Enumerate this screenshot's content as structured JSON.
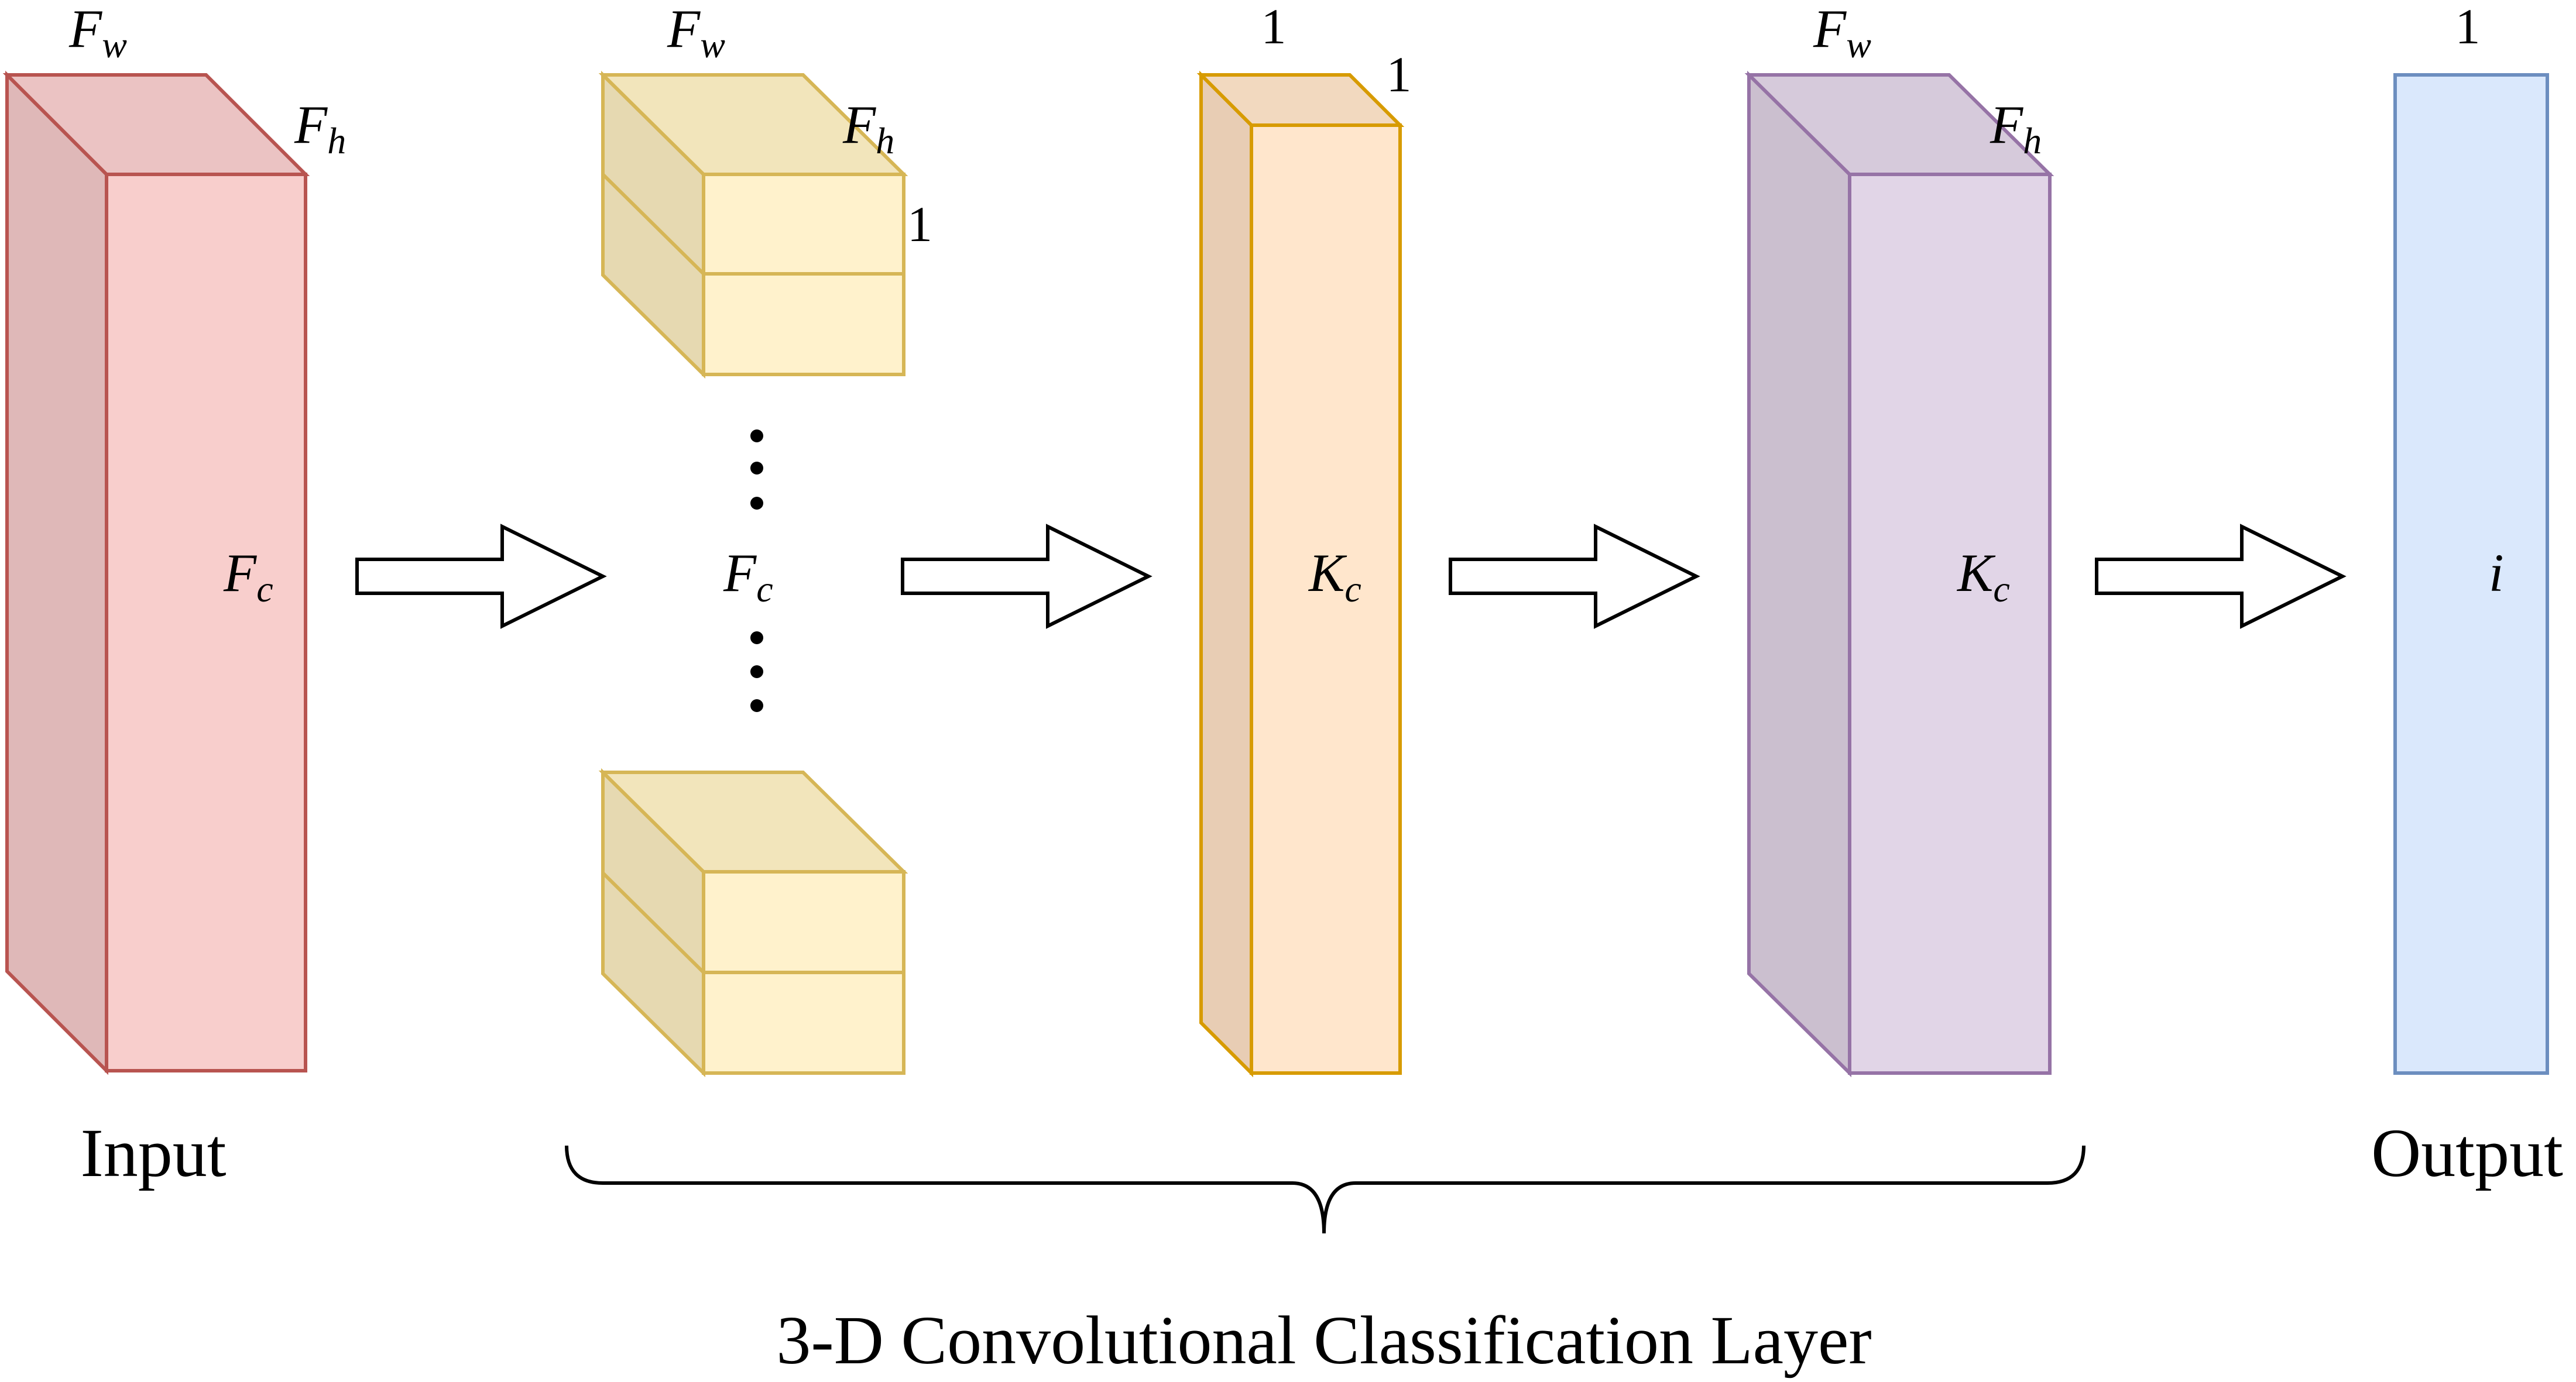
{
  "input": {
    "caption": "Input",
    "width_label": "F",
    "width_sub": "w",
    "height_label": "F",
    "height_sub": "h",
    "channel_label": "F",
    "channel_sub": "c"
  },
  "kernels": {
    "width_label": "F",
    "width_sub": "w",
    "height_label": "F",
    "height_sub": "h",
    "depth_label": "1",
    "count_label": "F",
    "count_sub": "c"
  },
  "conv_output": {
    "width_label": "1",
    "height_label": "1",
    "channel_label": "K",
    "channel_sub": "c"
  },
  "feature_map": {
    "width_label": "F",
    "width_sub": "w",
    "height_label": "F",
    "height_sub": "h",
    "channel_label": "K",
    "channel_sub": "c"
  },
  "output": {
    "caption": "Output",
    "width_label": "1",
    "class_label": "i"
  },
  "layer_caption": "3-D Convolutional Classification Layer",
  "colors": {
    "input_stroke": "#b85450",
    "input_fill": "#f8cecc",
    "kernel_stroke": "#d6b656",
    "kernel_fill": "#fff2cc",
    "conv_stroke": "#d79b00",
    "conv_fill": "#ffe6cc",
    "feature_stroke": "#9673a6",
    "feature_fill": "#e1d5e7",
    "output_stroke": "#6c8ebf",
    "output_fill": "#dae8fc"
  }
}
